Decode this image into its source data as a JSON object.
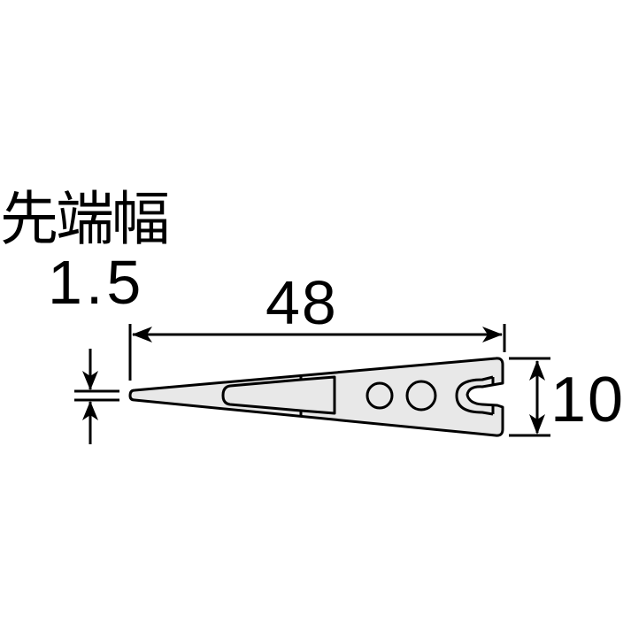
{
  "diagram": {
    "type": "technical-dimension-drawing",
    "subject": "tweezer tip",
    "labels": {
      "tip_width_title": "先端幅",
      "tip_width_value": "1.5",
      "length_value": "48",
      "height_value": "10"
    },
    "colors": {
      "background": "#ffffff",
      "line": "#000000",
      "fill": "#e8e8e8"
    }
  }
}
